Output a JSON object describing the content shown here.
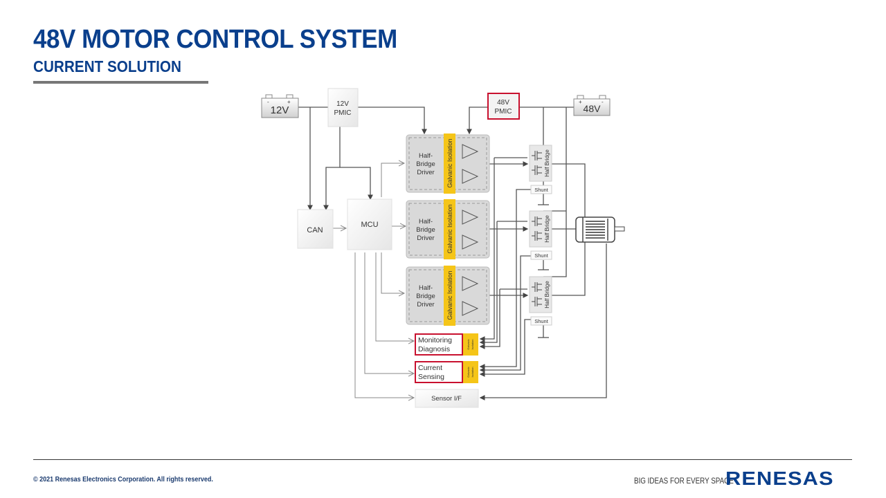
{
  "header": {
    "title": "48V MOTOR CONTROL SYSTEM",
    "subtitle": "CURRENT SOLUTION"
  },
  "diagram": {
    "battery_12v": "12V",
    "battery_48v": "48V",
    "battery_plus": "+",
    "battery_minus": "-",
    "pmic_12v": [
      "12V",
      "PMIC"
    ],
    "pmic_48v": [
      "48V",
      "PMIC"
    ],
    "can": "CAN",
    "mcu": "MCU",
    "driver_label": [
      "Half-",
      "Bridge",
      "Driver"
    ],
    "galvanic_isolation": "Galvanic  Isolation",
    "galvanic_small": [
      "Galvanic",
      "Isolation"
    ],
    "half_bridge": "Half Bridge",
    "shunt": "Shunt",
    "monitoring": [
      "Monitoring",
      "Diagnosis"
    ],
    "current_sensing": [
      "Current",
      "Sensing"
    ],
    "sensor_if": "Sensor I/F",
    "colors": {
      "isolation": "#f5c518",
      "highlight_border": "#c8102e",
      "wire": "#555555",
      "driver_fill": "#d9d9d9"
    }
  },
  "footer": {
    "copyright": "© 2021 Renesas Electronics Corporation. All rights reserved.",
    "tagline": "BIG IDEAS FOR EVERY SPACE",
    "logo": "RENESAS"
  }
}
